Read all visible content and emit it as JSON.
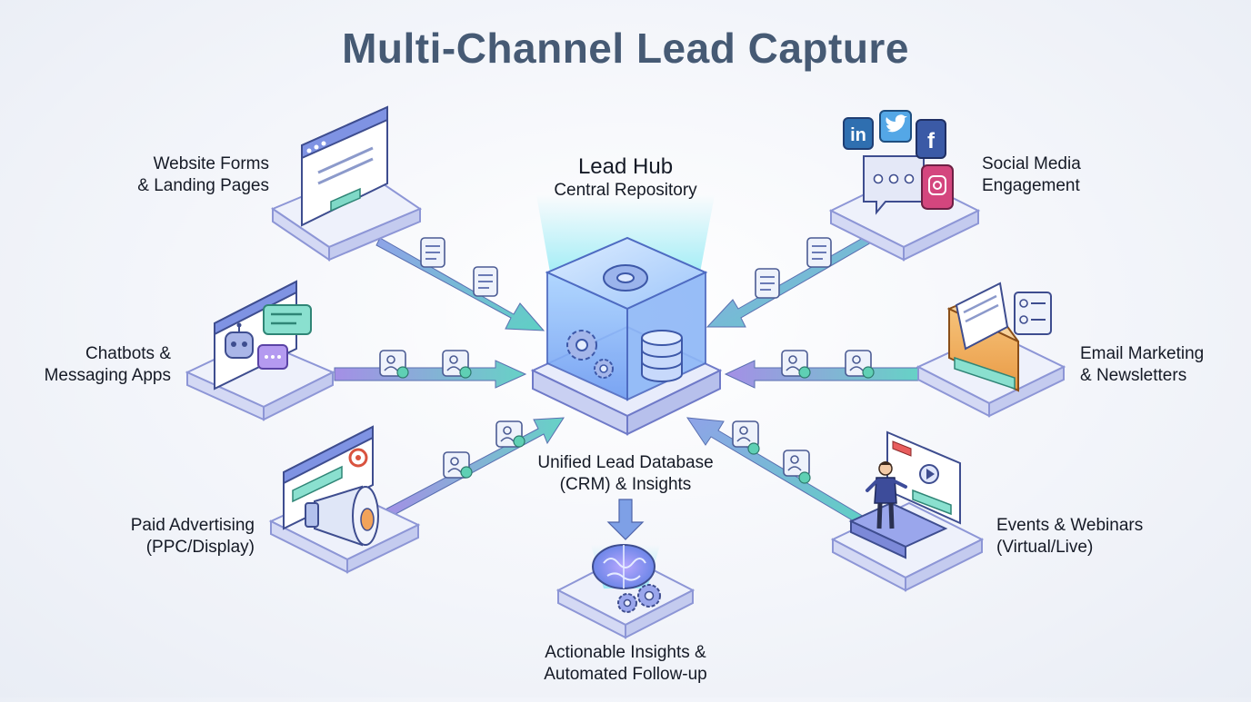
{
  "title": "Multi-Channel Lead Capture",
  "hub": {
    "title": "Lead Hub",
    "subtitle": "Central Repository",
    "database_label": [
      "Unified Lead Database",
      "(CRM) & Insights"
    ]
  },
  "outcome": {
    "label": [
      "Actionable Insights &",
      "Automated Follow-up"
    ]
  },
  "channels": {
    "website": {
      "label": [
        "Website Forms",
        "& Landing Pages"
      ],
      "icon": "browser-form-icon"
    },
    "chatbots": {
      "label": [
        "Chatbots &",
        "Messaging Apps"
      ],
      "icon": "chatbot-icon"
    },
    "paid": {
      "label": [
        "Paid Advertising",
        "(PPC/Display)"
      ],
      "icon": "megaphone-icon"
    },
    "social": {
      "label": [
        "Social Media",
        "Engagement"
      ],
      "icon": "social-media-icon"
    },
    "email": {
      "label": [
        "Email Marketing",
        "& Newsletters"
      ],
      "icon": "envelope-icon"
    },
    "events": {
      "label": [
        "Events & Webinars",
        "(Virtual/Live)"
      ],
      "icon": "presenter-icon"
    }
  },
  "social_icons": {
    "linkedin": "in",
    "twitter": "twitter-bird-icon",
    "facebook": "f",
    "instagram": "instagram-icon"
  },
  "colors": {
    "title": "#465a74",
    "arrow_teal": "#5cc9c2",
    "arrow_purple": "#9a86e0",
    "hub_blue": "#7fb6f5",
    "platform": "#eef1fb",
    "platform_edge": "#8d96d6"
  }
}
